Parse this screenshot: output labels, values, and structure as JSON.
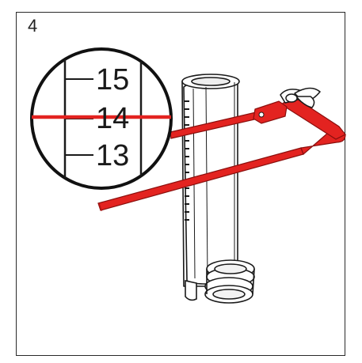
{
  "step": {
    "number": "4"
  },
  "magnifier": {
    "scale_labels": [
      "15",
      "14",
      "13"
    ],
    "marked_value": "14"
  },
  "colors": {
    "gauge": "#e32320",
    "gauge_dark": "#b51513",
    "outline": "#1a1a1a",
    "frame": "#2a2a2a"
  }
}
